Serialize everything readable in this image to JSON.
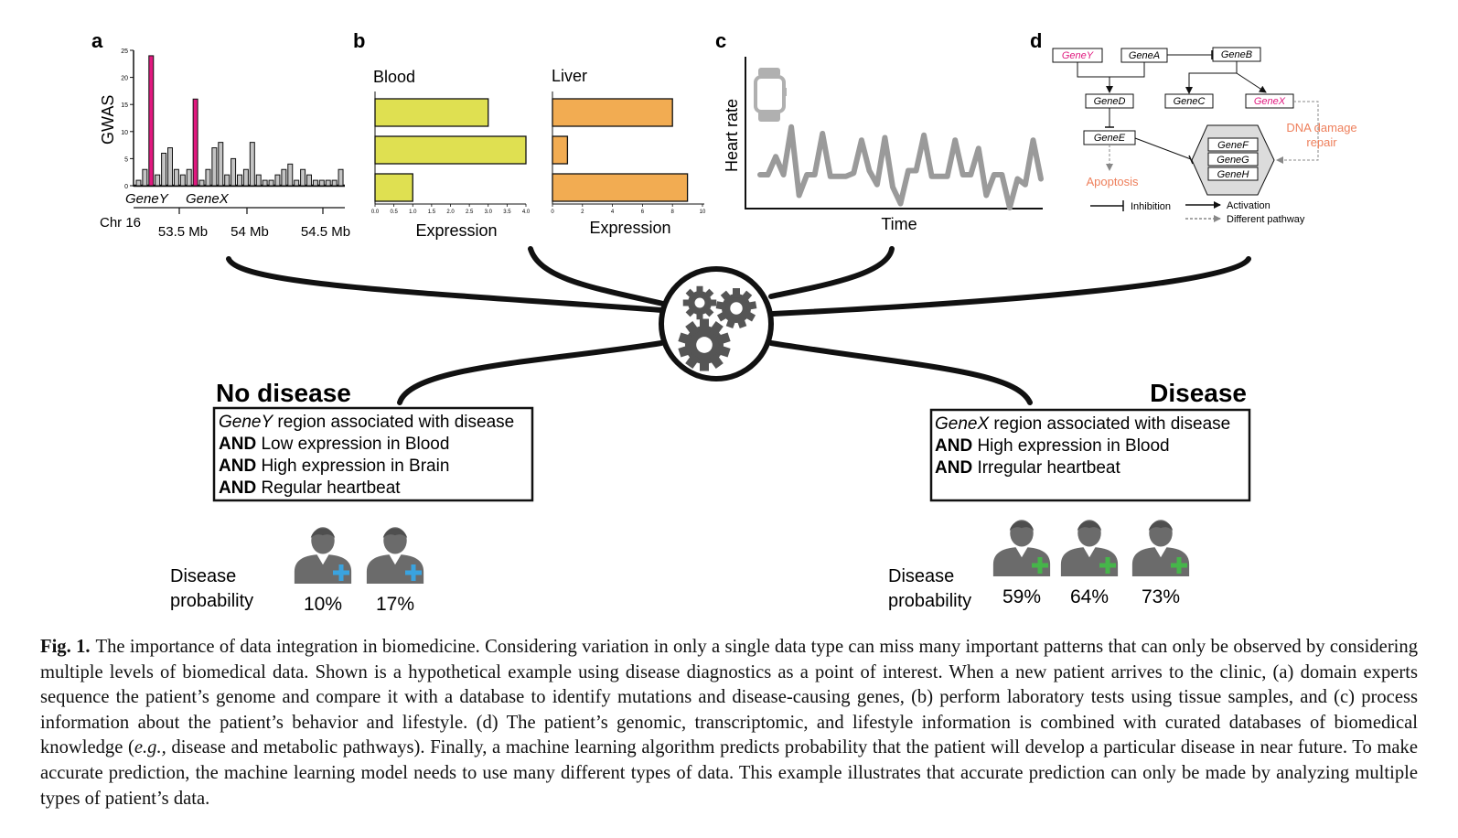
{
  "panels": {
    "a": "a",
    "b": "b",
    "c": "c",
    "d": "d"
  },
  "chart_data": [
    {
      "type": "bar",
      "panel": "a",
      "ylabel": "GWAS",
      "yticks": [
        0,
        5,
        10,
        15,
        20,
        25
      ],
      "ylim": [
        0,
        25
      ],
      "values": [
        1,
        3,
        24,
        2,
        6,
        7,
        3,
        2,
        3,
        16,
        1,
        3,
        7,
        8,
        2,
        5,
        2,
        3,
        8,
        2,
        1,
        1,
        2,
        3,
        4,
        1,
        3,
        2,
        1,
        1,
        1,
        1,
        3
      ],
      "highlight_indices": [
        2,
        9
      ],
      "highlight_color": "#e0197f",
      "bar_color": "#c4c4c4",
      "gene_labels": [
        "GeneY",
        "GeneX"
      ],
      "chrom": "Chr 16",
      "xticks": [
        "53.5 Mb",
        "54 Mb",
        "54.5 Mb"
      ]
    },
    {
      "type": "bar",
      "panel": "b-blood",
      "orientation": "horizontal",
      "title": "Blood",
      "xlabel": "Expression",
      "values": [
        3.0,
        4.0,
        1.0
      ],
      "xlim": [
        0,
        4
      ],
      "xticks": [
        "0.0",
        "0.5",
        "1.0",
        "1.5",
        "2.0",
        "2.5",
        "3.0",
        "3.5",
        "4.0"
      ],
      "color": "#dfe051"
    },
    {
      "type": "bar",
      "panel": "b-liver",
      "orientation": "horizontal",
      "title": "Liver",
      "xlabel": "Expression",
      "values": [
        8,
        1,
        9
      ],
      "xlim": [
        0,
        10
      ],
      "xticks": [
        "0",
        "2",
        "4",
        "6",
        "8",
        "10"
      ],
      "color": "#f2ac52"
    },
    {
      "type": "line",
      "panel": "c",
      "ylabel": "Heart rate",
      "xlabel": "Time",
      "y": [
        0.3,
        0.3,
        0.52,
        0.3,
        0.88,
        0.05,
        0.3,
        0.3,
        0.8,
        0.28,
        0.28,
        0.28,
        0.32,
        0.72,
        0.35,
        0.18,
        0.75,
        0.15,
        -0.05,
        0.35,
        0.35,
        0.78,
        0.28,
        0.28,
        0.28,
        0.72,
        0.3,
        0.3,
        0.62,
        0.05,
        0.3,
        0.3,
        -0.1,
        0.25,
        0.18,
        0.72,
        0.25
      ],
      "line_color": "#9a9a9a"
    }
  ],
  "pathway": {
    "genes": {
      "gene_y": "GeneY",
      "gene_a": "GeneA",
      "gene_b": "GeneB",
      "gene_d": "GeneD",
      "gene_c": "GeneC",
      "gene_x": "GeneX",
      "gene_e": "GeneE",
      "gene_f": "GeneF",
      "gene_g": "GeneG",
      "gene_h": "GeneH"
    },
    "apoptosis": "Apoptosis",
    "dna_damage": [
      "DNA damage",
      "repair"
    ],
    "legend": {
      "inhibition": "Inhibition",
      "activation": "Activation",
      "different": "Different pathway"
    },
    "colors": {
      "highlight_gene": "#e0197f",
      "process": "#ee7f5b"
    }
  },
  "outcomes": {
    "no_disease": {
      "title": "No disease",
      "lines": [
        {
          "bold": "",
          "gene": "GeneY",
          "rest": " region associated with disease"
        },
        {
          "bold": "AND",
          "gene": "",
          "rest": " Low expression in Blood"
        },
        {
          "bold": "AND",
          "gene": "",
          "rest": " High expression in Brain"
        },
        {
          "bold": "AND",
          "gene": "",
          "rest": " Regular heartbeat"
        }
      ],
      "prob_label": [
        "Disease",
        "probability"
      ],
      "probabilities": [
        "10%",
        "17%"
      ],
      "plus_color": "#3aa3df"
    },
    "disease": {
      "title": "Disease",
      "lines": [
        {
          "bold": "",
          "gene": "GeneX",
          "rest": " region associated with disease"
        },
        {
          "bold": "AND",
          "gene": "",
          "rest": " High expression in Blood"
        },
        {
          "bold": "AND",
          "gene": "",
          "rest": " Irregular heartbeat"
        }
      ],
      "prob_label": [
        "Disease",
        "probability"
      ],
      "probabilities": [
        "59%",
        "64%",
        "73%"
      ],
      "plus_color": "#46b54a"
    }
  },
  "caption": {
    "label": "Fig. 1.",
    "text_1": "The importance of data integration in biomedicine. Considering variation in only a single data type can miss many important patterns that can only be observed by considering multiple levels of biomedical data. Shown is a hypothetical example using disease diagnostics as a point of interest. When a new patient arrives to the clinic, (a) domain experts sequence the patient’s genome and compare it with a database to identify mutations and disease-causing genes, (b) perform laboratory tests using tissue samples, and (c) process information about the patient’s behavior and lifestyle. (d) The patient’s genomic, transcriptomic, and lifestyle information is combined with curated databases of biomedical knowledge (",
    "eg": "e.g.,",
    "text_2": " disease and metabolic pathways). Finally, a machine learning algorithm predicts probability that the patient will develop a particular disease in near future. To make accurate prediction, the machine learning model needs to use many different types of data. This example illustrates that accurate prediction can only be made by analyzing multiple types of patient’s data."
  }
}
